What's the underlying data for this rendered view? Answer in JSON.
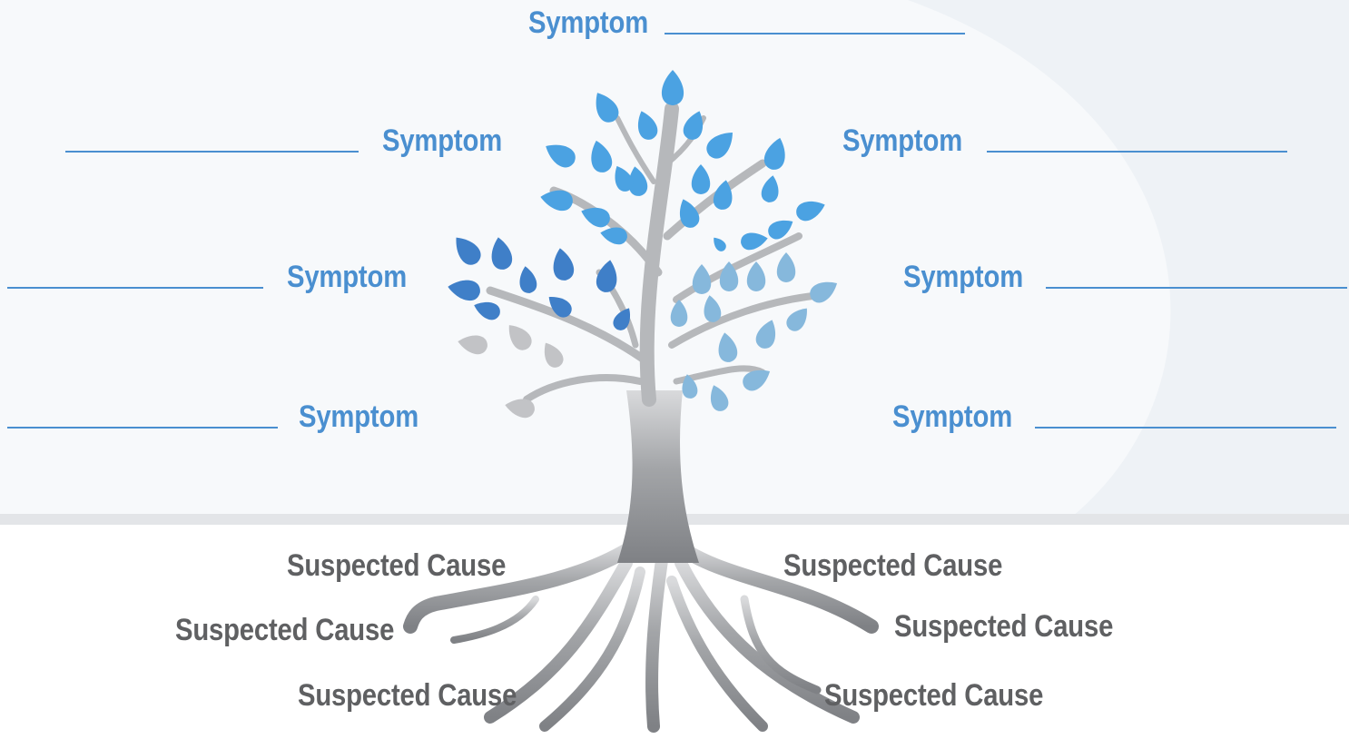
{
  "diagram": {
    "symptom_label": "Symptom",
    "cause_label": "Suspected Cause"
  },
  "symptoms": [
    {
      "text": "Symptom"
    },
    {
      "text": "Symptom"
    },
    {
      "text": "Symptom"
    },
    {
      "text": "Symptom"
    },
    {
      "text": "Symptom"
    },
    {
      "text": "Symptom"
    },
    {
      "text": "Symptom"
    }
  ],
  "causes": [
    {
      "text": "Suspected Cause"
    },
    {
      "text": "Suspected Cause"
    },
    {
      "text": "Suspected Cause"
    },
    {
      "text": "Suspected Cause"
    },
    {
      "text": "Suspected Cause"
    },
    {
      "text": "Suspected Cause"
    }
  ],
  "colors": {
    "symptom_text": "#4a8fd0",
    "cause_text": "#5f6062",
    "leaf_dark": "#3f7fc8",
    "leaf_bright": "#4ba2e2",
    "leaf_light": "#86b8dc",
    "leaf_gray": "#c2c3c6",
    "trunk": "#9c9ea2"
  }
}
